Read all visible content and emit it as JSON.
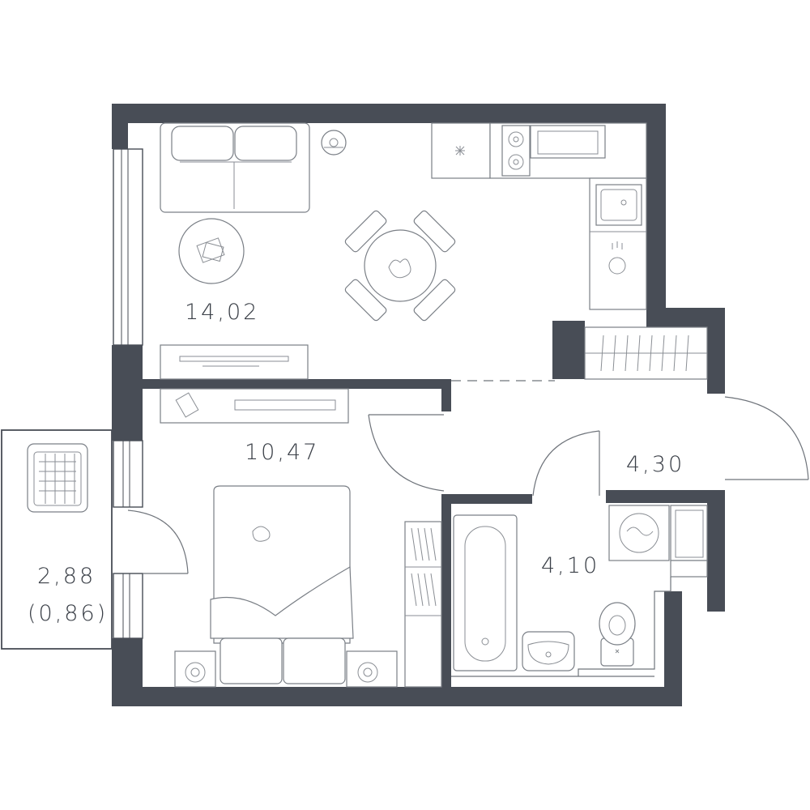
{
  "plan": {
    "colors": {
      "wall": "#484d56",
      "line": "#7a7f86",
      "text": "#3a3f47",
      "background": "#ffffff"
    },
    "rooms": [
      {
        "id": "living-kitchen",
        "area": "14,02"
      },
      {
        "id": "bedroom",
        "area": "10,47"
      },
      {
        "id": "hallway",
        "area": "4,30"
      },
      {
        "id": "bathroom",
        "area": "4,10"
      },
      {
        "id": "balcony",
        "area": "2,88",
        "reduced_area": "(0,86)"
      }
    ],
    "icons": [
      "sofa-icon",
      "dining-table-icon",
      "stove-icon",
      "sink-icon",
      "bed-icon",
      "bathtub-icon",
      "toilet-icon",
      "washing-machine-icon",
      "laundry-basket-icon",
      "tv-stand-icon",
      "wardrobe-icon",
      "fan-icon"
    ]
  }
}
